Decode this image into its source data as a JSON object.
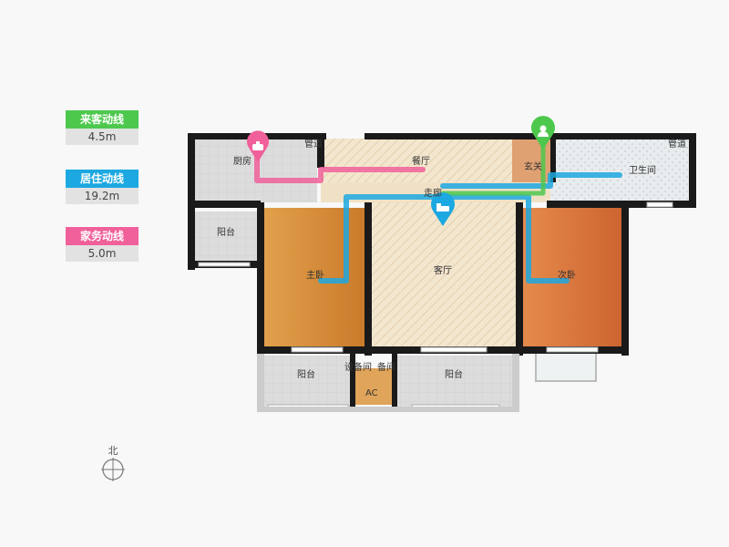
{
  "legend": {
    "guest": {
      "label": "来客动线",
      "value": "4.5m",
      "color": "#4dc84d"
    },
    "living": {
      "label": "居住动线",
      "value": "19.2m",
      "color": "#1ca8e0"
    },
    "housework": {
      "label": "家务动线",
      "value": "5.0m",
      "color": "#f0609a"
    }
  },
  "rooms": {
    "kitchen": "厨房",
    "pipe_left": "管道",
    "dining": "餐厅",
    "entrance": "玄关",
    "pipe_right": "管道",
    "bathroom": "卫生间",
    "corridor": "走廊",
    "balcony_small": "阳台",
    "master_bedroom": "主卧",
    "living_room": "客厅",
    "second_bedroom": "次卧",
    "equipment_room": "设备间",
    "spare": "备间",
    "ac": "AC",
    "balcony_left": "阳台",
    "balcony_right": "阳台"
  },
  "compass": {
    "label": "北"
  },
  "icons": {
    "kitchen_marker": "pot-pin-icon",
    "living_marker": "bed-pin-icon",
    "entrance_marker": "person-pin-icon"
  }
}
